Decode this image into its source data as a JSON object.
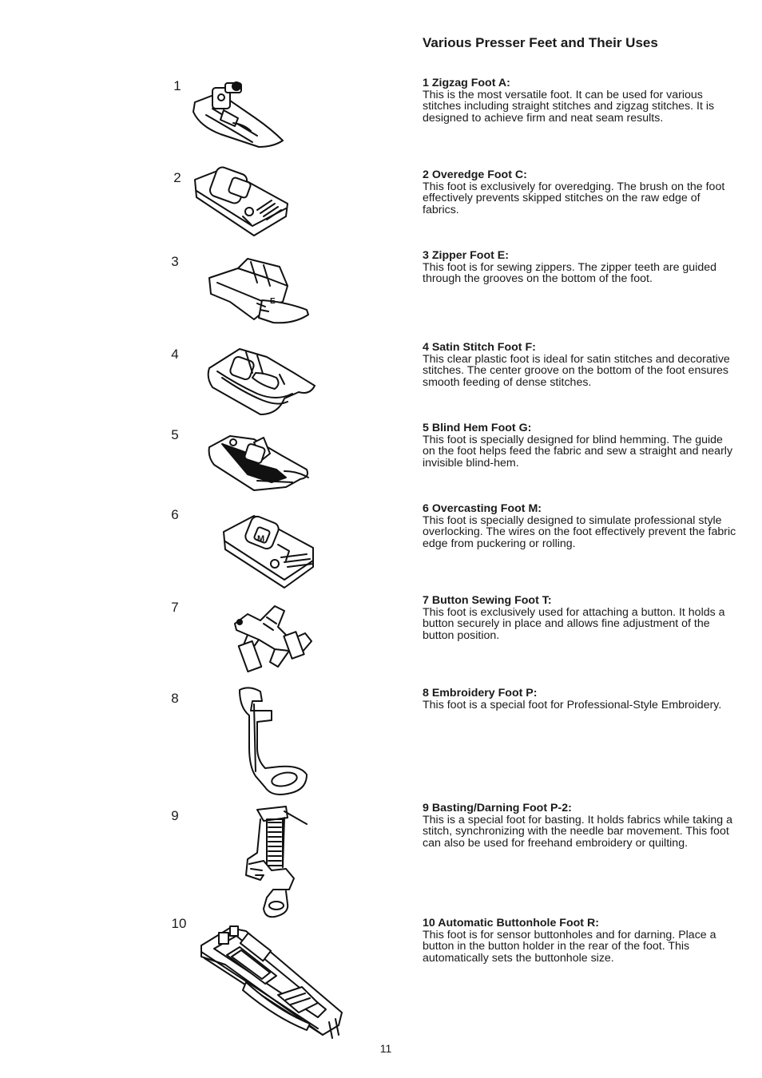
{
  "page": {
    "title": "Various Presser Feet and Their Uses",
    "page_number": "11"
  },
  "feet": [
    {
      "number": "1",
      "heading": "1   Zigzag Foot A:",
      "text": "This is the most versatile foot. It can be used for various stitches including straight stitches and zigzag stitches. It is designed to achieve firm and neat seam results."
    },
    {
      "number": "2",
      "heading": "2   Overedge Foot C:",
      "text": "This foot is exclusively for overedging. The brush on the foot effectively prevents skipped stitches on the raw edge of fabrics."
    },
    {
      "number": "3",
      "heading": "3   Zipper Foot E:",
      "text": "This foot is for sewing zippers. The zipper teeth are guided through the grooves on the bottom of the foot."
    },
    {
      "number": "4",
      "heading": "4   Satin Stitch Foot F:",
      "text": "This clear plastic foot is ideal for satin stitches and decorative stitches. The center groove on the bottom of the foot ensures smooth feeding of dense stitches."
    },
    {
      "number": "5",
      "heading": "5   Blind Hem Foot G:",
      "text": "This foot is specially designed for blind hemming. The guide on the foot helps feed the fabric and sew a straight and nearly invisible blind-hem."
    },
    {
      "number": "6",
      "heading": "6   Overcasting Foot M:",
      "text": "This foot is specially designed to simulate professional style overlocking. The wires on the foot effectively prevent the fabric edge from puckering or rolling."
    },
    {
      "number": "7",
      "heading": "7   Button Sewing Foot T:",
      "text": "This foot is exclusively used for attaching a button. It holds a button securely in place and allows fine adjustment of the button position."
    },
    {
      "number": "8",
      "heading": "8   Embroidery Foot P:",
      "text": "This foot is a special foot for Professional-Style Embroidery."
    },
    {
      "number": "9",
      "heading": "9   Basting/Darning Foot P-2:",
      "text": "This is a special foot for basting. It holds fabrics while taking a stitch, synchronizing with the needle bar movement. This foot can also be used for freehand embroidery or quilting."
    },
    {
      "number": "10",
      "heading": "10 Automatic Buttonhole Foot R:",
      "text": "This foot is for sensor buttonholes and for darning. Place a button in the button holder in the rear of the foot. This automatically sets the buttonhole size."
    }
  ],
  "icons": [
    "zigzag-foot-icon",
    "overedge-foot-icon",
    "zipper-foot-icon",
    "satin-stitch-foot-icon",
    "blind-hem-foot-icon",
    "overcasting-foot-icon",
    "button-sewing-foot-icon",
    "embroidery-foot-icon",
    "darning-foot-icon",
    "buttonhole-foot-icon"
  ]
}
